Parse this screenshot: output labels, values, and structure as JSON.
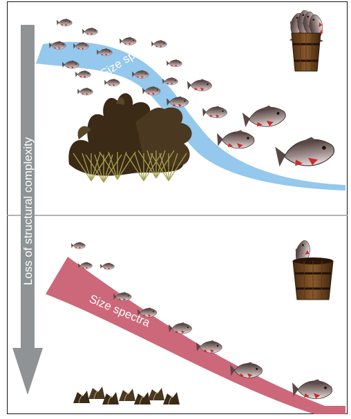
{
  "figure": {
    "axis_label": "Loss of structural complexity",
    "colors": {
      "frame": "#111111",
      "divider": "#9a9a9a",
      "arrow": "#8f9396",
      "top_band": "#8ec5ec",
      "bottom_band": "#c96072",
      "fish_body": "#7a6a68",
      "fish_fin": "#cc2b2b",
      "coral": "#3a2a16",
      "seagrass": "#a6a04a",
      "bucket": "#6b4423"
    }
  },
  "panels": {
    "top": {
      "band_label": "Size spectra",
      "bucket_fish_count": 4
    },
    "bottom": {
      "band_label": "Size spectra",
      "bucket_fish_count": 1
    }
  }
}
